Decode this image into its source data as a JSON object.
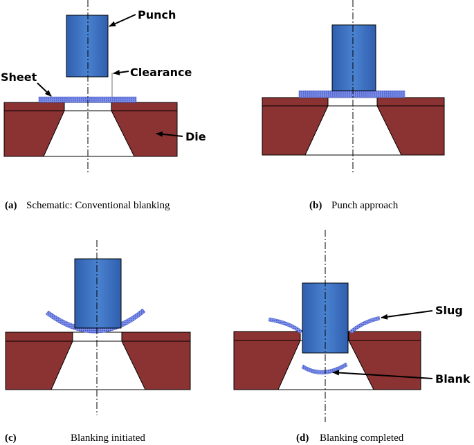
{
  "labels": {
    "punch": "Punch",
    "clearance": "Clearance",
    "sheet": "Sheet",
    "die": "Die",
    "slug": "Slug",
    "blank": "Blank"
  },
  "panels": [
    {
      "tag": "(a)",
      "caption": "Schematic: Conventional blanking"
    },
    {
      "tag": "(b)",
      "caption": "Punch approach"
    },
    {
      "tag": "(c)",
      "caption": "Blanking initiated"
    },
    {
      "tag": "(d)",
      "caption": "Blanking completed"
    }
  ],
  "colors": {
    "die": "#8b3232",
    "punch": "#3f74c4",
    "sheet": "#5b6fd6"
  }
}
